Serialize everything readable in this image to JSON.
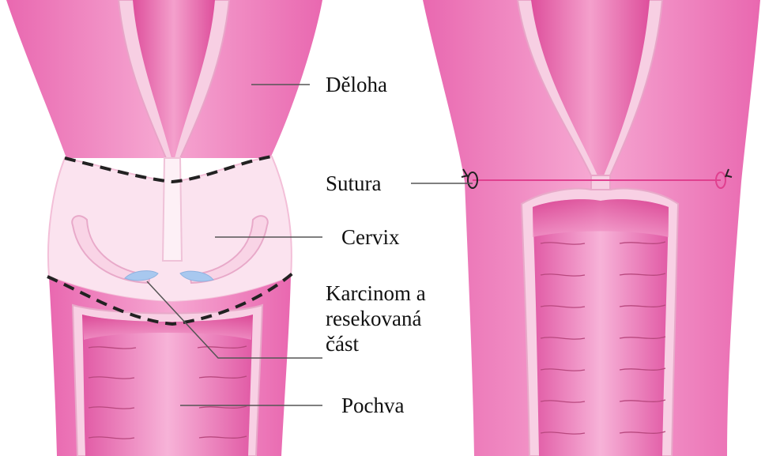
{
  "labels": {
    "uterus": "Děloha",
    "suture": "Sutura",
    "cervix": "Cervix",
    "carcinoma": "Karcinom a resekovaná část",
    "vagina": "Pochva"
  },
  "colors": {
    "background": "#ffffff",
    "tissue": "#f08ec8",
    "tissue_dark": "#e3589f",
    "tissue_light": "#f9c6e3",
    "wall": "#f7c7de",
    "cervix_region": "#fbe1ee",
    "carcinoma": "#a8c8ef",
    "suture_line": "#e0408f",
    "cut_line": "#222222",
    "leader_line": "#555555"
  }
}
